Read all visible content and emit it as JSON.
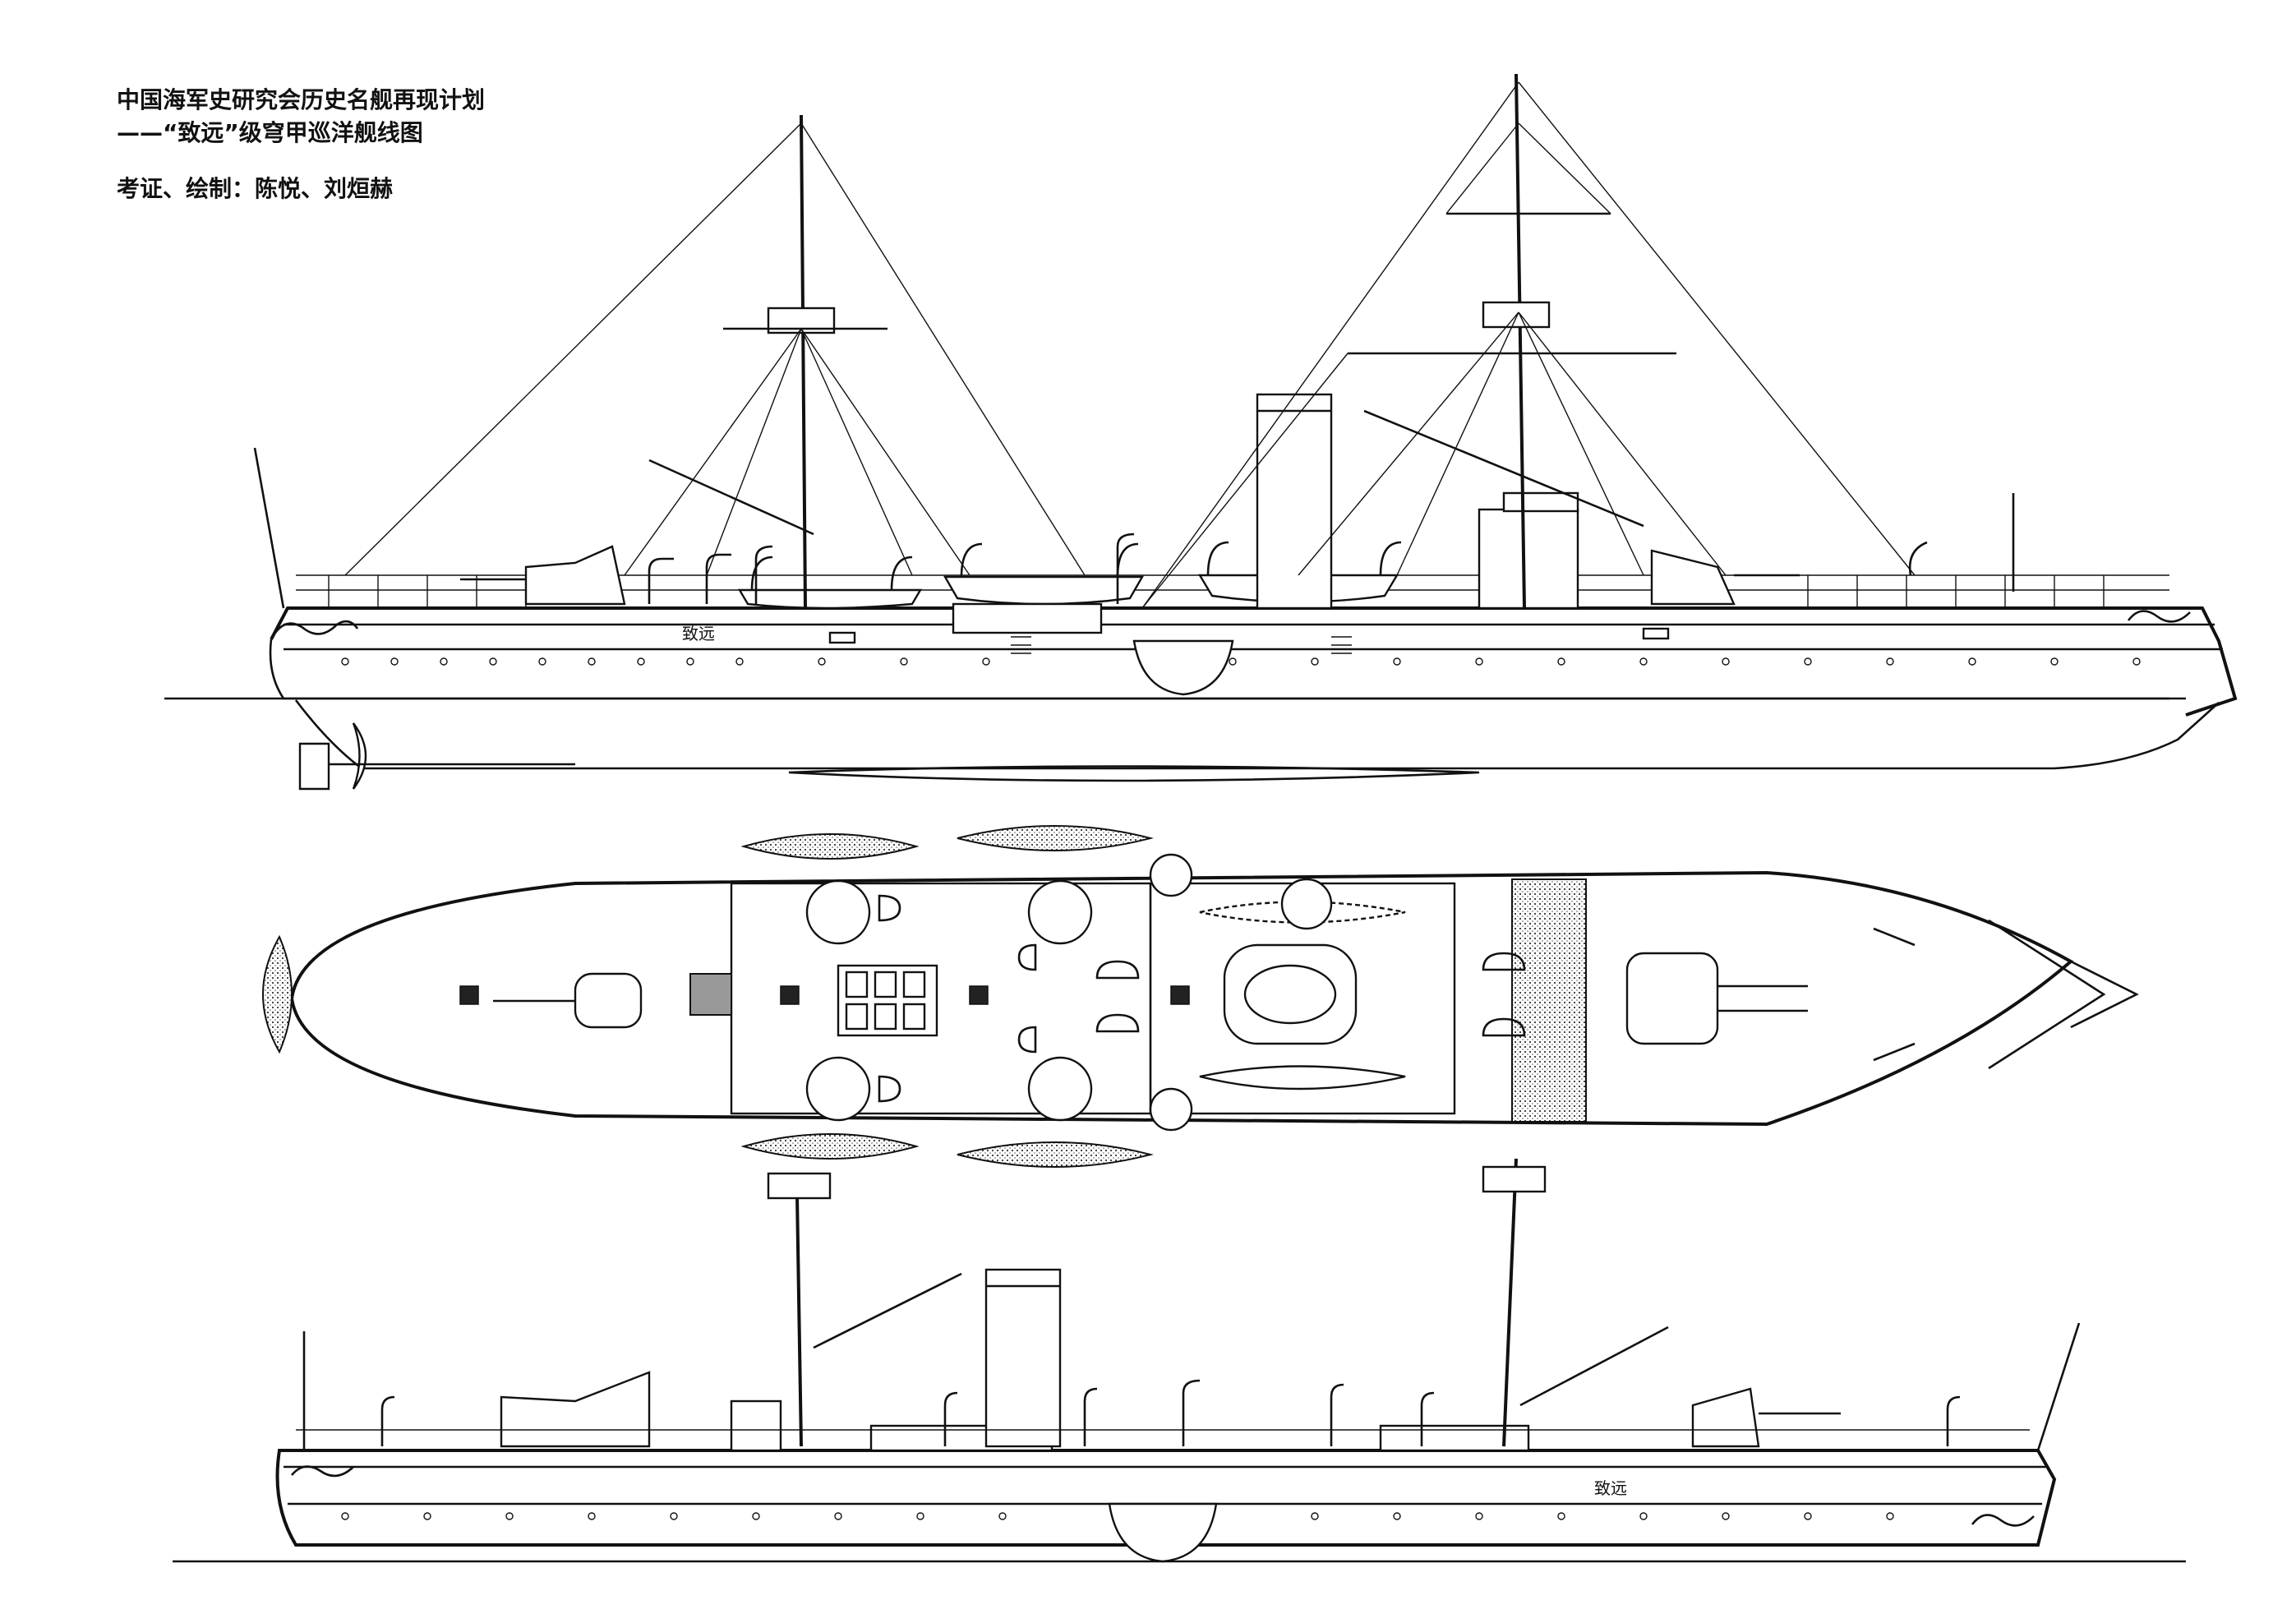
{
  "caption": {
    "title_line1": "中国海军史研究会历史名舰再现计划",
    "title_line2": "——“致远”级穹甲巡洋舰线图",
    "credit": "考证、绘制：陈悦、刘烜赫"
  },
  "hull_inscription": "致远",
  "colors": {
    "ink": "#111111",
    "paper": "#ffffff",
    "stipple": "#999999"
  },
  "views": [
    "starboard-profile",
    "plan-view",
    "port-profile"
  ]
}
